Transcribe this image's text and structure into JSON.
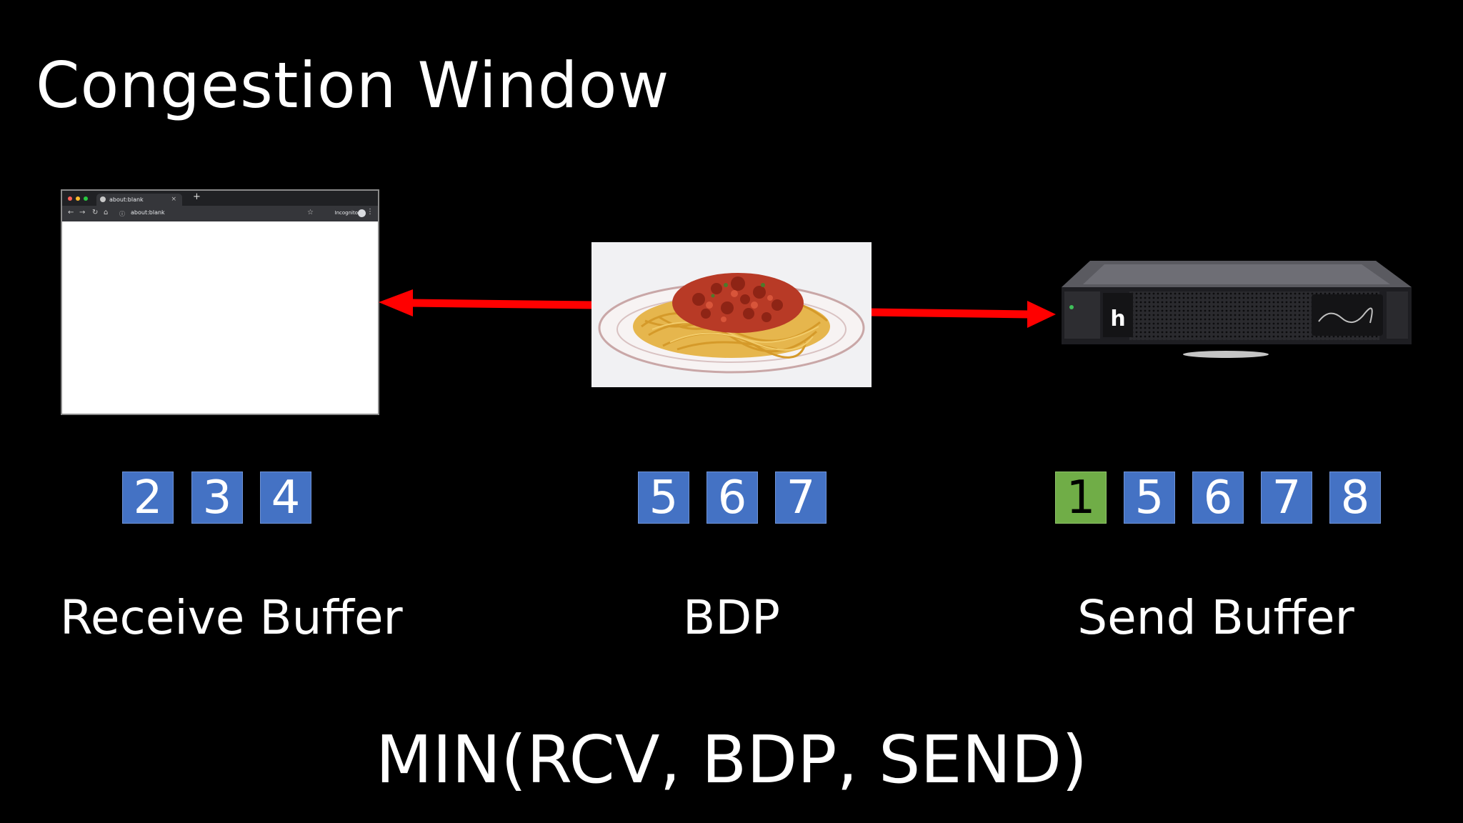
{
  "title": "Congestion Window",
  "browser": {
    "tab_label": "about:blank",
    "tab_close": "×",
    "new_tab": "+",
    "url": "about:blank",
    "incognito_label": "Incognito",
    "dot_colors": [
      "#ff5f57",
      "#febc2e",
      "#28c840"
    ]
  },
  "groups": {
    "receive": {
      "label": "Receive Buffer",
      "packets": [
        "2",
        "3",
        "4"
      ]
    },
    "bdp": {
      "label": "BDP",
      "packets": [
        "5",
        "6",
        "7"
      ]
    },
    "send": {
      "label": "Send Buffer",
      "packets": [
        "1",
        "5",
        "6",
        "7",
        "8"
      ]
    }
  },
  "formula": "MIN(RCV, BDP, SEND)",
  "colors": {
    "packet": "#4472c4",
    "packet_acked": "#70ad47",
    "arrow": "#ff0000",
    "background": "#000000"
  }
}
